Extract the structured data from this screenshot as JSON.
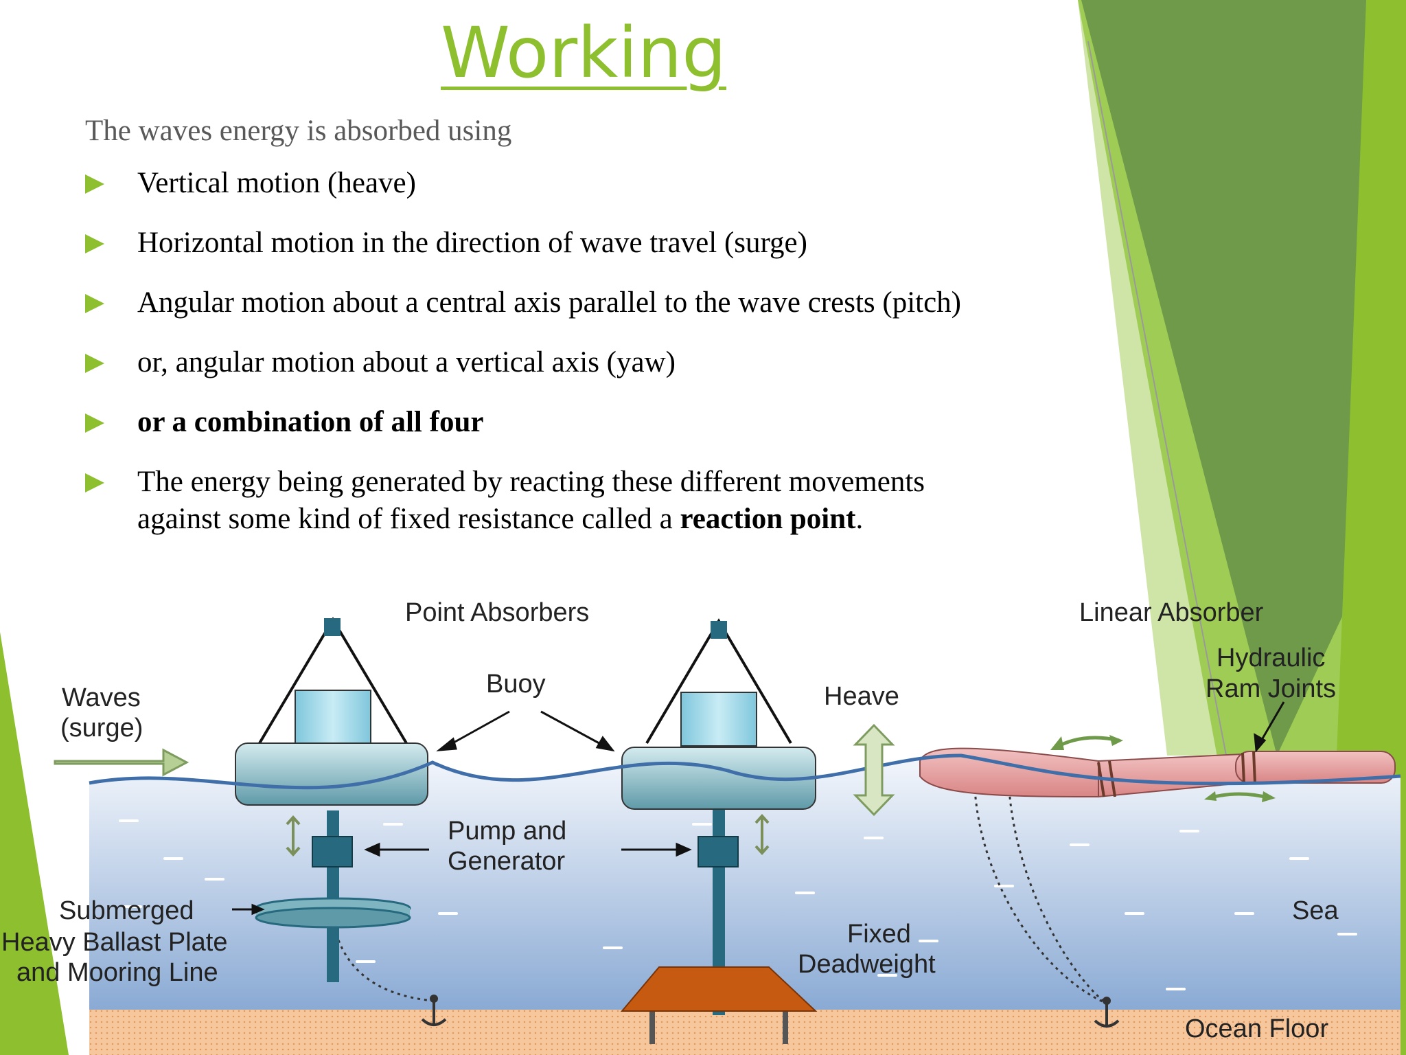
{
  "slide": {
    "title": "Working",
    "intro": "The waves energy is absorbed using",
    "bullets": [
      "Vertical motion (heave)",
      "Horizontal motion in the direction of wave travel (surge)",
      "Angular motion about a central axis parallel to the wave crests (pitch)",
      "or, angular motion about a vertical axis (yaw)",
      "or a combination of all four"
    ],
    "last_bullet": {
      "line1": "The energy being generated by reacting these different movements",
      "line2_prefix": "against some kind of fixed resistance called a ",
      "line2_bold": "reaction point",
      "line2_suffix": "."
    }
  },
  "diagram": {
    "labels": {
      "point_absorbers": "Point Absorbers",
      "linear_absorber": "Linear Absorber",
      "hydraulic_line1": "Hydraulic",
      "hydraulic_line2": "Ram Joints",
      "waves_line1": "Waves",
      "waves_line2": "(surge)",
      "buoy": "Buoy",
      "heave": "Heave",
      "pump_line1": "Pump and",
      "pump_line2": "Generator",
      "sub_line1": "Submerged",
      "sub_line2": "Heavy Ballast Plate",
      "sub_line3": "and Mooring Line",
      "fixed_line1": "Fixed",
      "fixed_line2": "Deadweight",
      "sea": "Sea",
      "ocean_floor": "Ocean Floor"
    }
  },
  "colors": {
    "accent_green": "#8dbf2e",
    "dark_green": "#6a9a3e",
    "sea_blue": "#9fb9dd",
    "floor_orange": "#f4c296",
    "buoy_teal": "#7fb5c0",
    "absorber_pink": "#e6a0a0",
    "deadweight_orange": "#c65a10"
  }
}
